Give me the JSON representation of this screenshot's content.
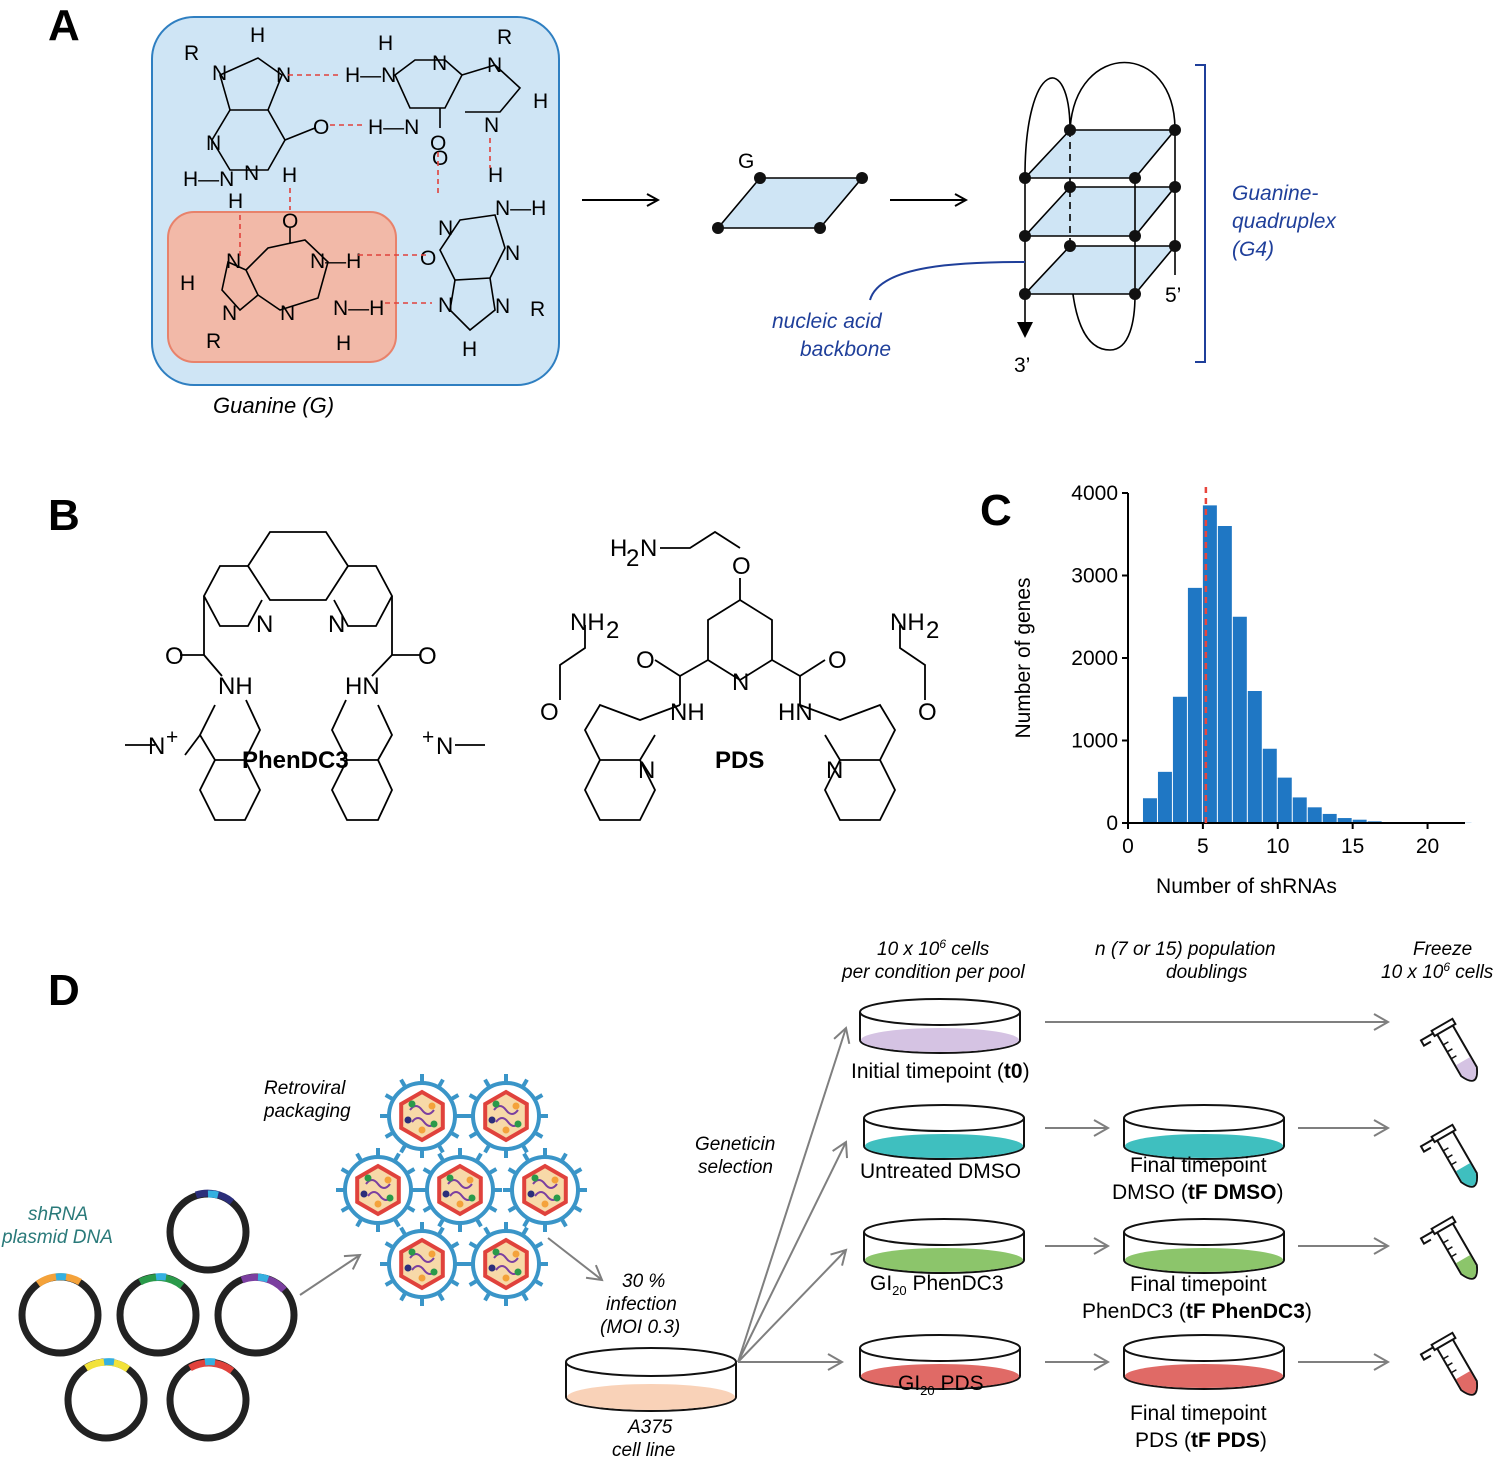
{
  "panels": {
    "a": "A",
    "b": "B",
    "c": "C",
    "d": "D"
  },
  "panel_a": {
    "guanine_label": "Guanine (G)",
    "tetrad_g_label": "G",
    "quadruplex_label_1": "Guanine-",
    "quadruplex_label_2": "quadruplex",
    "quadruplex_label_3": "(G4)",
    "backbone_label_1": "nucleic acid",
    "backbone_label_2": "backbone",
    "five_prime": "5’",
    "three_prime": "3’",
    "atoms": {
      "R": "R",
      "H": "H",
      "N": "N",
      "O": "O",
      "HN": "H—N",
      "NH": "N—H"
    }
  },
  "panel_b": {
    "phendc3_name": "PhenDC3",
    "pds_name": "PDS",
    "atoms": {
      "N": "N",
      "O": "O",
      "NH": "NH",
      "HN": "HN",
      "NH2": "NH",
      "two": "2",
      "H2N_H": "H",
      "H2N_2": "2",
      "H2N_N": "N",
      "Nplus": "N",
      "plus": "+"
    }
  },
  "chart_data": {
    "type": "bar",
    "title": "",
    "xlabel": "Number of shRNAs",
    "ylabel": "Number of genes",
    "xlim": [
      0,
      22.5
    ],
    "ylim": [
      0,
      4000
    ],
    "xticks": [
      0,
      5,
      10,
      15,
      20
    ],
    "yticks": [
      0,
      1000,
      2000,
      3000,
      4000
    ],
    "bar_color": "#1f77c4",
    "reference_line": {
      "x": 5.2,
      "color": "#e8453c",
      "style": "dashed"
    },
    "bins_left": [
      1,
      2,
      3,
      4,
      5,
      6,
      7,
      8,
      9,
      10,
      11,
      12,
      13,
      14,
      15,
      16,
      17,
      18,
      19,
      20,
      21,
      22
    ],
    "values": [
      300,
      620,
      1530,
      2850,
      3850,
      3600,
      2500,
      1600,
      900,
      550,
      310,
      190,
      110,
      60,
      40,
      20,
      12,
      8,
      5,
      4,
      3,
      2
    ]
  },
  "panel_d": {
    "shrna_label_1": "shRNA",
    "shrna_label_2": "plasmid DNA",
    "retroviral_1": "Retroviral",
    "retroviral_2": "packaging",
    "infection_1": "30 %",
    "infection_2": "infection",
    "infection_3": "(MOI 0.3)",
    "cell_line_1": "A375",
    "cell_line_2": "cell line",
    "geneticin_1": "Geneticin",
    "geneticin_2": "selection",
    "header_cells_1": "10 x 10",
    "header_cells_sup": "6",
    "header_cells_1b": " cells",
    "header_cells_2": "per condition per pool",
    "header_doublings_1": "n (7 or 15) population",
    "header_doublings_2": "doublings",
    "header_freeze_1": "Freeze",
    "header_freeze_2a": "10 x 10",
    "header_freeze_sup": "6",
    "header_freeze_2b": " cells",
    "t0_label": "Initial timepoint (",
    "t0_bold": "t0",
    "close_paren": ")",
    "dmso_label": "Untreated DMSO",
    "phendc3_gi": "GI",
    "gi_sub": "20",
    "phendc3_drug": " PhenDC3",
    "pds_drug": " PDS",
    "final_timepoint": "Final timepoint",
    "final_dmso_a": "DMSO (",
    "final_dmso_b": "tF DMSO",
    "final_phen_a": "PhenDC3 (",
    "final_phen_b": "tF PhenDC3",
    "final_pds_a": "PDS (",
    "final_pds_b": "tF PDS",
    "colors": {
      "t0": "#d5c3e3",
      "dmso": "#3fbfbf",
      "phendc3": "#8cc56b",
      "pds": "#e06a66",
      "a375": "#f9d2b8",
      "arrow": "#7f7f7f"
    }
  }
}
